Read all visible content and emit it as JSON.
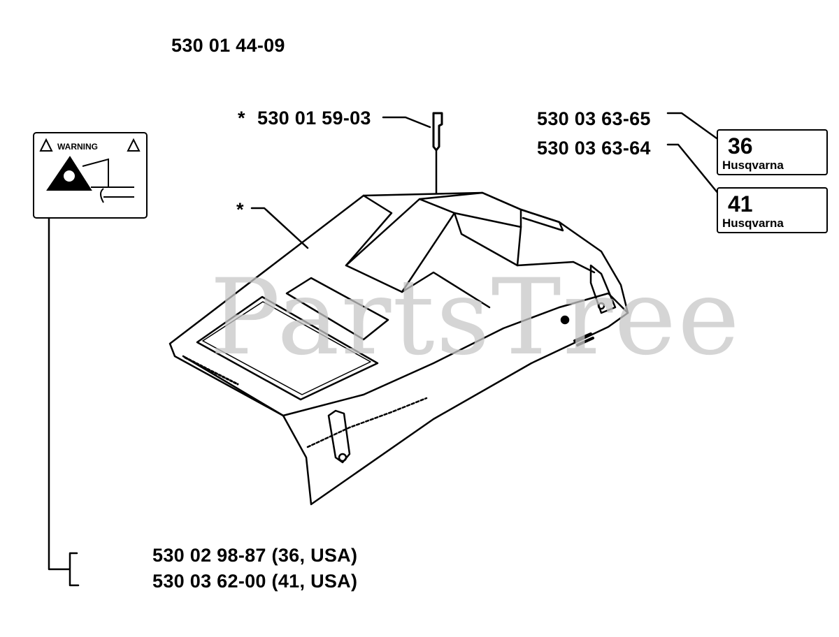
{
  "assembly_number": "530 01 44-09",
  "parts": {
    "screw": {
      "marker": "*",
      "number": "530 01 59-03"
    },
    "cover_marker": "*",
    "decal_36": {
      "number": "530 03 63-65",
      "model": "36",
      "brand": "Husqvarna"
    },
    "decal_41": {
      "number": "530 03 63-64",
      "model": "41",
      "brand": "Husqvarna"
    },
    "warning_decal": {
      "title": "WARNING"
    },
    "warning_variants": [
      {
        "text": "530 02 98-87 (36, USA)"
      },
      {
        "text": "530 03 62-00 (41, USA)"
      }
    ]
  },
  "watermark": "PartsTree"
}
